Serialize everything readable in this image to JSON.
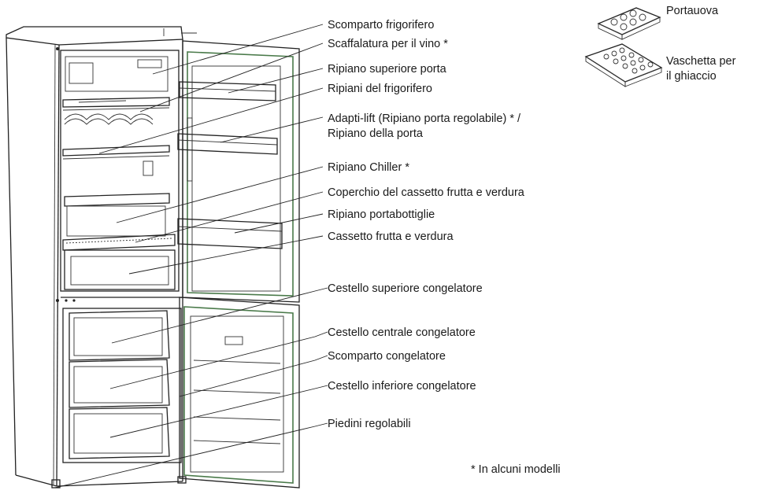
{
  "labels": {
    "scomparto_frigorifero": "Scomparto frigorifero",
    "scaffalatura_vino": "Scaffalatura per il vino *",
    "ripiano_superiore_porta": "Ripiano superiore porta",
    "ripiani_frigorifero": "Ripiani del frigorifero",
    "adapti_lift_line1": "Adapti-lift (Ripiano porta regolabile) * /",
    "adapti_lift_line2": "Ripiano della porta",
    "ripiano_chiller": "Ripiano Chiller *",
    "coperchio_cassetto": "Coperchio del cassetto frutta e verdura",
    "ripiano_portabottiglie": "Ripiano portabottiglie",
    "cassetto_frutta": "Cassetto frutta e verdura",
    "cestello_superiore": "Cestello superiore congelatore",
    "cestello_centrale": "Cestello centrale congelatore",
    "scomparto_congelatore": "Scomparto congelatore",
    "cestello_inferiore": "Cestello inferiore congelatore",
    "piedini": "Piedini regolabili",
    "portauova": "Portauova",
    "vaschetta_line1": "Vaschetta per",
    "vaschetta_line2": "il ghiaccio"
  },
  "footnote": "* In alcuni modelli",
  "colors": {
    "outline": "#222222",
    "text": "#1a1a1a",
    "door_seal": "#4a7a4a"
  }
}
